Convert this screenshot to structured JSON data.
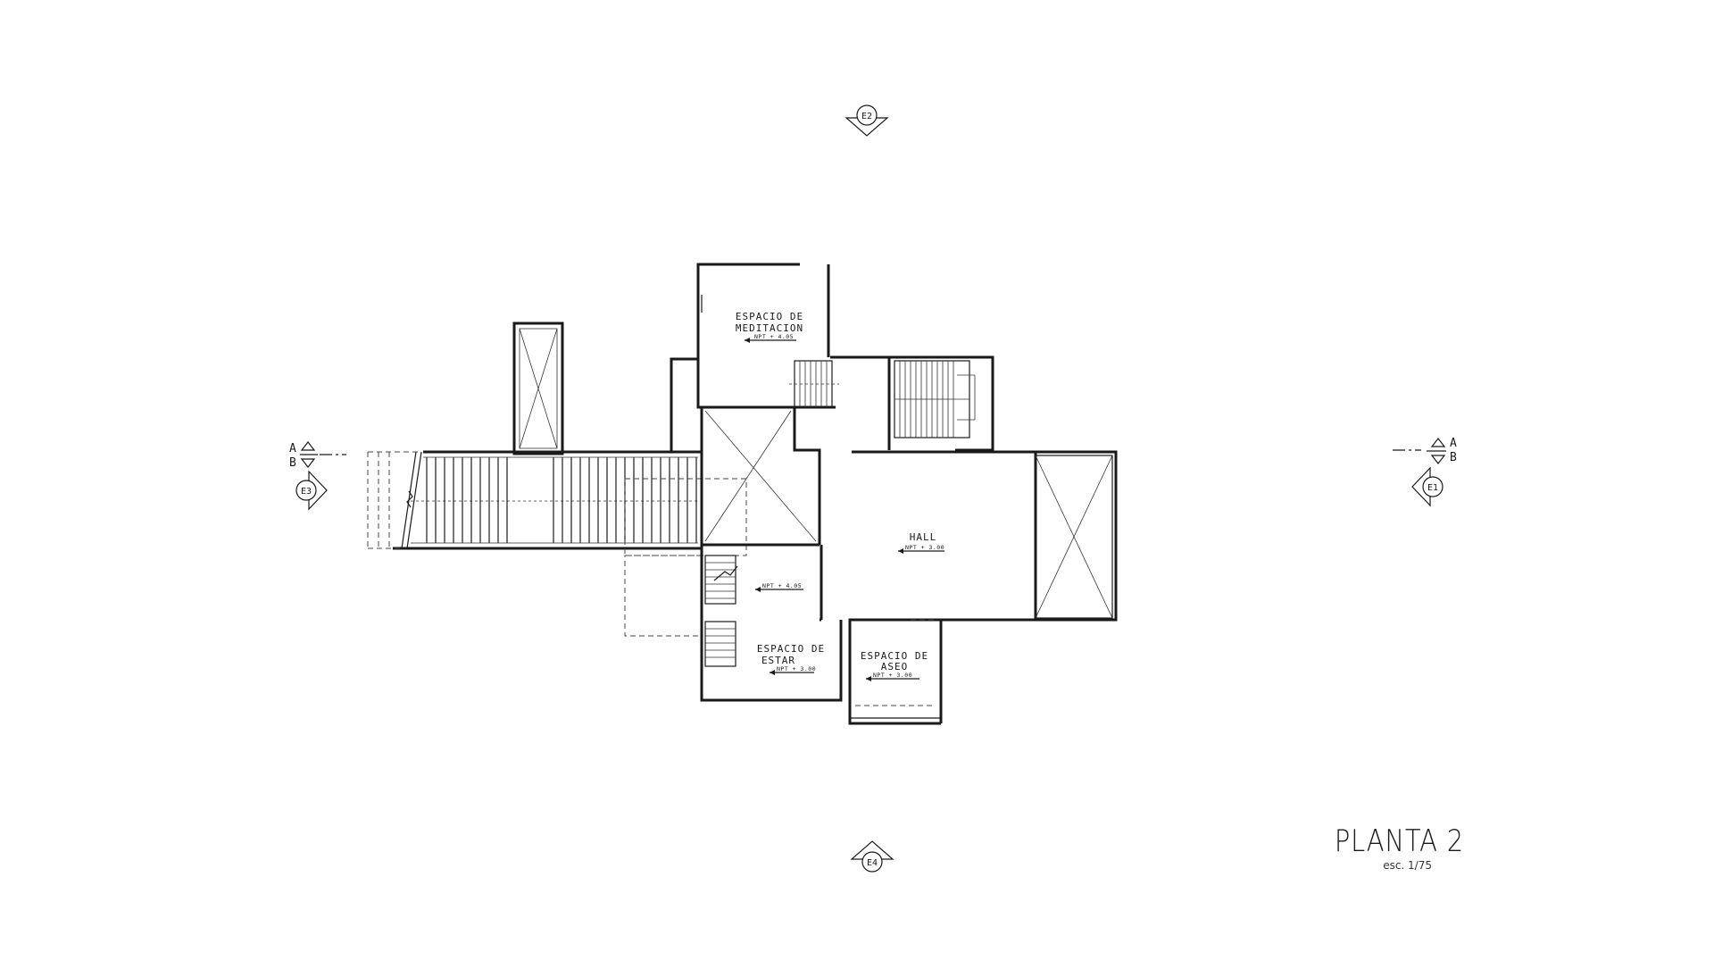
{
  "rooms": {
    "meditacion": {
      "line1": "ESPACIO DE",
      "line2": "MEDITACION",
      "level": "NPT + 4.05"
    },
    "hall": {
      "name": "HALL",
      "level": "NPT + 3.00"
    },
    "landing": {
      "level": "NPT + 4.05"
    },
    "estar": {
      "line1": "ESPACIO DE",
      "line2": "ESTAR",
      "level": "NPT + 3.00"
    },
    "aseo": {
      "line1": "ESPACIO DE",
      "line2": "ASEO",
      "level": "NPT + 3.00"
    }
  },
  "markers": {
    "e1": "E1",
    "e2": "E2",
    "e3": "E3",
    "e4": "E4"
  },
  "section_cut": {
    "left_top": "A",
    "left_bottom": "B",
    "right_top": "A",
    "right_bottom": "B"
  },
  "title_block": {
    "title": "PLANTA 2",
    "scale": "esc. 1/75"
  }
}
